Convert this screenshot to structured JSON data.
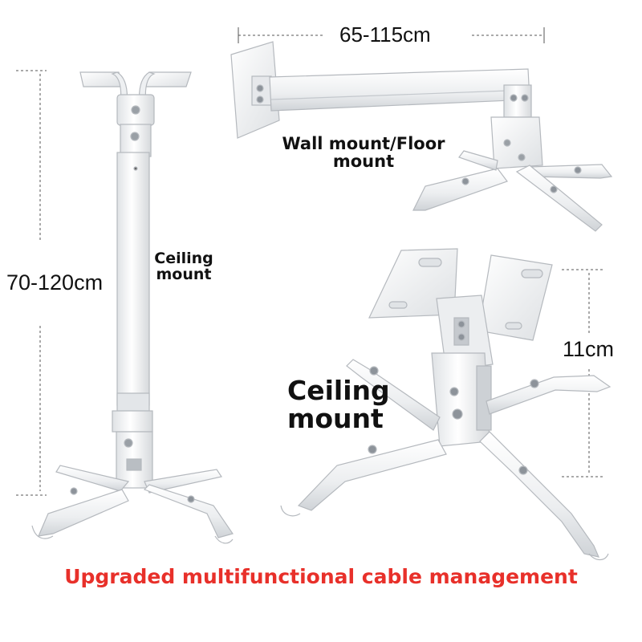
{
  "dimensions": {
    "arm_length": "65-115cm",
    "pole_height": "70-120cm",
    "bracket_height": "11cm"
  },
  "labels": {
    "wall_mount_line1": "Wall mount/Floor",
    "wall_mount_line2": "mount",
    "ceiling_small_line1": "Ceiling",
    "ceiling_small_line2": "mount",
    "ceiling_large_line1": "Ceiling",
    "ceiling_large_line2": "mount"
  },
  "footer": {
    "tagline": "Upgraded multifunctional cable management"
  },
  "colors": {
    "accent_red": "#e8302a",
    "metal_white": "#f4f5f6",
    "metal_shade": "#d9dcdf",
    "outline": "#b9bdc2"
  }
}
